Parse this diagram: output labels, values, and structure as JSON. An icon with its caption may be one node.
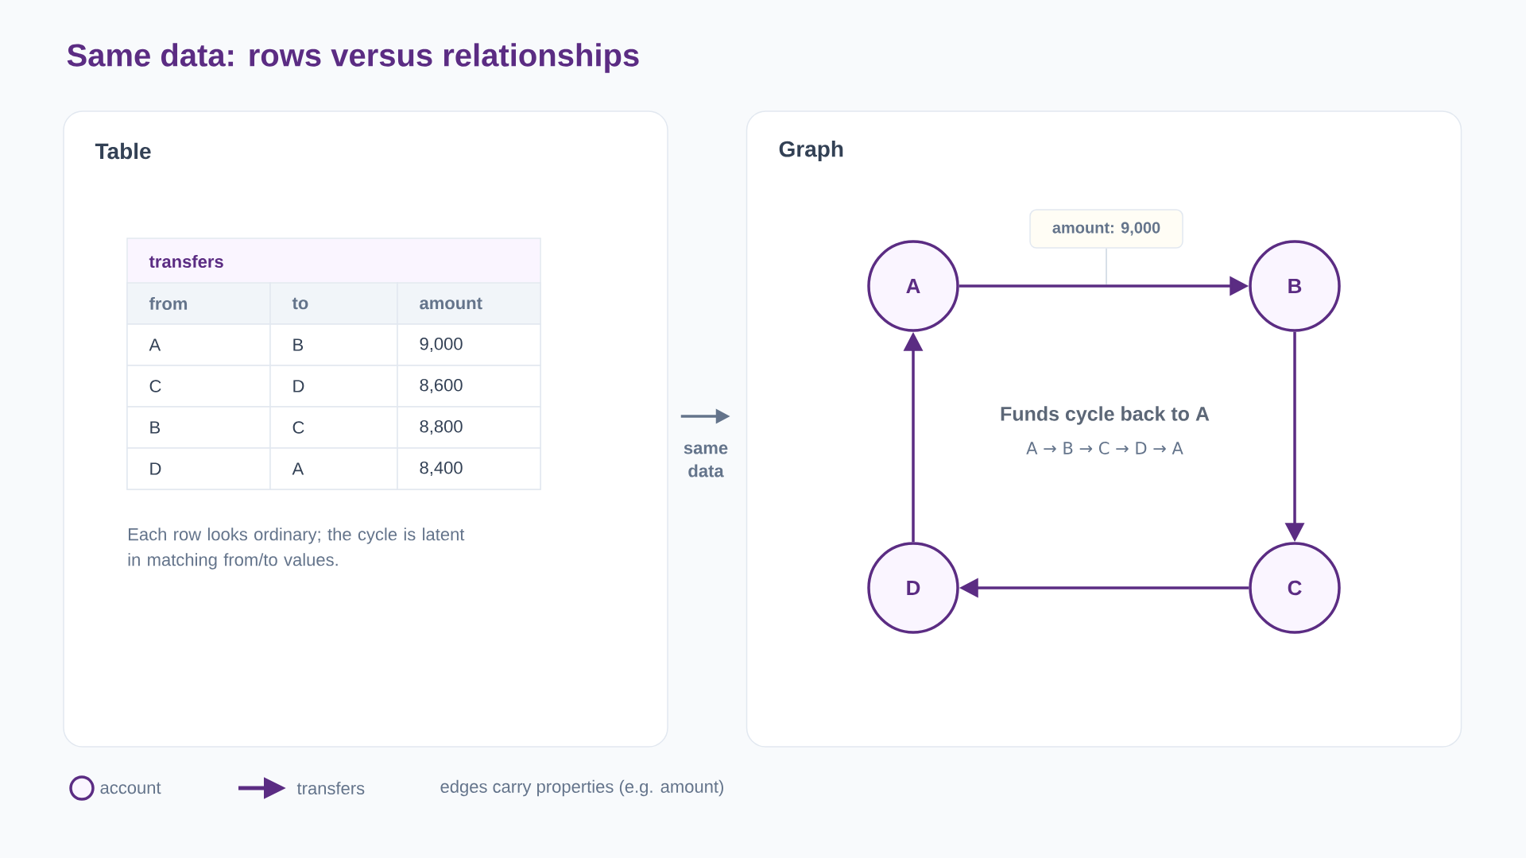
{
  "diagram": {
    "title": "Same data: rows versus relationships",
    "nodes": [
      {
        "text": [
          "Table"
        ]
      },
      {
        "text": [
          "Graph"
        ]
      },
      {
        "text": [
          "A"
        ],
        "in": 1
      },
      {
        "text": [
          "B"
        ],
        "in": 1
      },
      {
        "text": [
          "C"
        ],
        "in": 1
      },
      {
        "text": [
          "D"
        ],
        "in": 1
      },
      {
        "text": [
          "amount: 9,000"
        ],
        "in": 1
      },
      {
        "text": [
          "transfers"
        ],
        "in": 0
      }
    ],
    "edges": [
      {
        "from": 2,
        "to": 3,
        "arrow": "to"
      },
      {
        "from": 3,
        "to": 4,
        "arrow": "to"
      },
      {
        "from": 4,
        "to": 5,
        "arrow": "to"
      },
      {
        "from": 5,
        "to": 2,
        "arrow": "to"
      },
      {
        "from": 6,
        "to": null,
        "arrow": "none",
        "color": "#cbd5e1"
      },
      {
        "from": 0,
        "to": 1,
        "arrow": "to",
        "label": "same data",
        "color": "#64748b"
      }
    ],
    "labels": [
      "from",
      "to",
      "amount",
      "A",
      "B",
      "9,000",
      "C",
      "D",
      "8,600",
      "B",
      "C",
      "8,800",
      "D",
      "A",
      "8,400",
      "Each row looks ordinary; the cycle is latent in matching from/to values.",
      "Funds cycle back to A",
      "A → B → C → D → A",
      "edges carry properties (e.g. amount)"
    ],
    "legend": [
      {
        "text": "account"
      },
      {
        "text": "transfers"
      }
    ]
  }
}
